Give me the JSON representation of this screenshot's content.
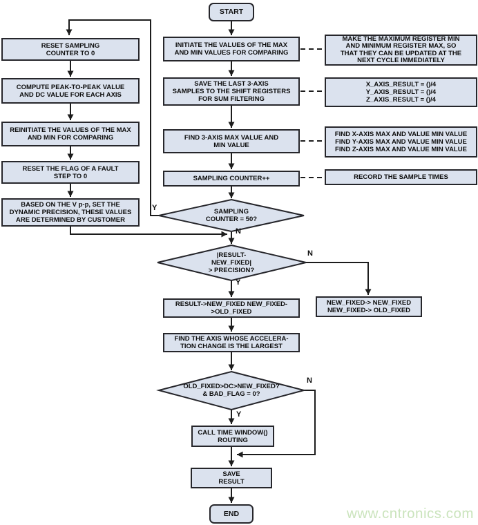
{
  "branch_labels": {
    "yes": "Y",
    "no": "N"
  },
  "nodes": {
    "start": "START",
    "end": "END",
    "reset_counter": "RESET SAMPLING\nCOUNTER TO 0",
    "compute_peak": "COMPUTE PEAK-TO-PEAK VALUE\nAND DC VALUE FOR EACH AXIS",
    "reinitiate": "REINITIATE THE VALUES OF THE MAX\nAND MIN FOR COMPARING",
    "reset_flag": "RESET THE FLAG OF A FAULT\nSTEP TO 0",
    "based_on_vpp": "BASED ON THE V p-p, SET THE\nDYNAMIC PRECISION, THESE VALUES\nARE DETERMINED BY CUSTOMER",
    "initiate_max_min": "INITIATE THE VALUES OF THE MAX\nAND MIN VALUES FOR COMPARING",
    "save_shift": "SAVE THE LAST 3-AXIS\nSAMPLES TO THE SHIFT REGISTERS\nFOR SUM FILTERING",
    "find_max_min": "FIND 3-AXIS MAX VALUE AND\nMIN VALUE",
    "sampling_inc": "SAMPLING COUNTER++",
    "decision_counter": "SAMPLING\nCOUNTER = 50?",
    "decision_precision": "|RESULT-\nNEW_FIXED|\n> PRECISION?",
    "result_to_fixed": "RESULT->NEW_FIXED NEW_FIXED-\n>OLD_FIXED",
    "find_axis_largest": "FIND THE AXIS WHOSE ACCELERA-\nTION CHANGE IS THE LARGEST",
    "decision_fixed_range": "OLD_FIXED>DC>NEW_FIXED?\n& BAD_FLAG = 0?",
    "call_time_window": "CALL TIME WINDOW()\nROUTING",
    "save_result": "SAVE\nRESULT",
    "note_make_max": "MAKE THE MAXIMUM REGISTER MIN\nAND MINIMUM REGISTER MAX, SO\nTHAT THEY CAN BE UPDATED AT THE\nNEXT CYCLE IMMEDIATELY",
    "note_axis_result": "X_AXIS_RESULT = ()/4\nY_AXIS_RESULT = ()/4\nZ_AXIS_RESULT = ()/4",
    "note_find_xyz": "FIND X-AXIS MAX AND VALUE MIN VALUE\nFIND Y-AXIS MAX AND VALUE MIN VALUE\nFIND Z-AXIS MAX AND VALUE MIN VALUE",
    "note_record": "RECORD THE SAMPLE TIMES",
    "new_fixed_assign": "NEW_FIXED-> NEW_FIXED\nNEW_FIXED-> OLD_FIXED"
  },
  "watermark": "www.cntronics.com",
  "colors": {
    "node_fill": "#dbe2ee",
    "node_border": "#26262b",
    "line": "#1c1c1c",
    "watermark": "#cbe4bd"
  }
}
